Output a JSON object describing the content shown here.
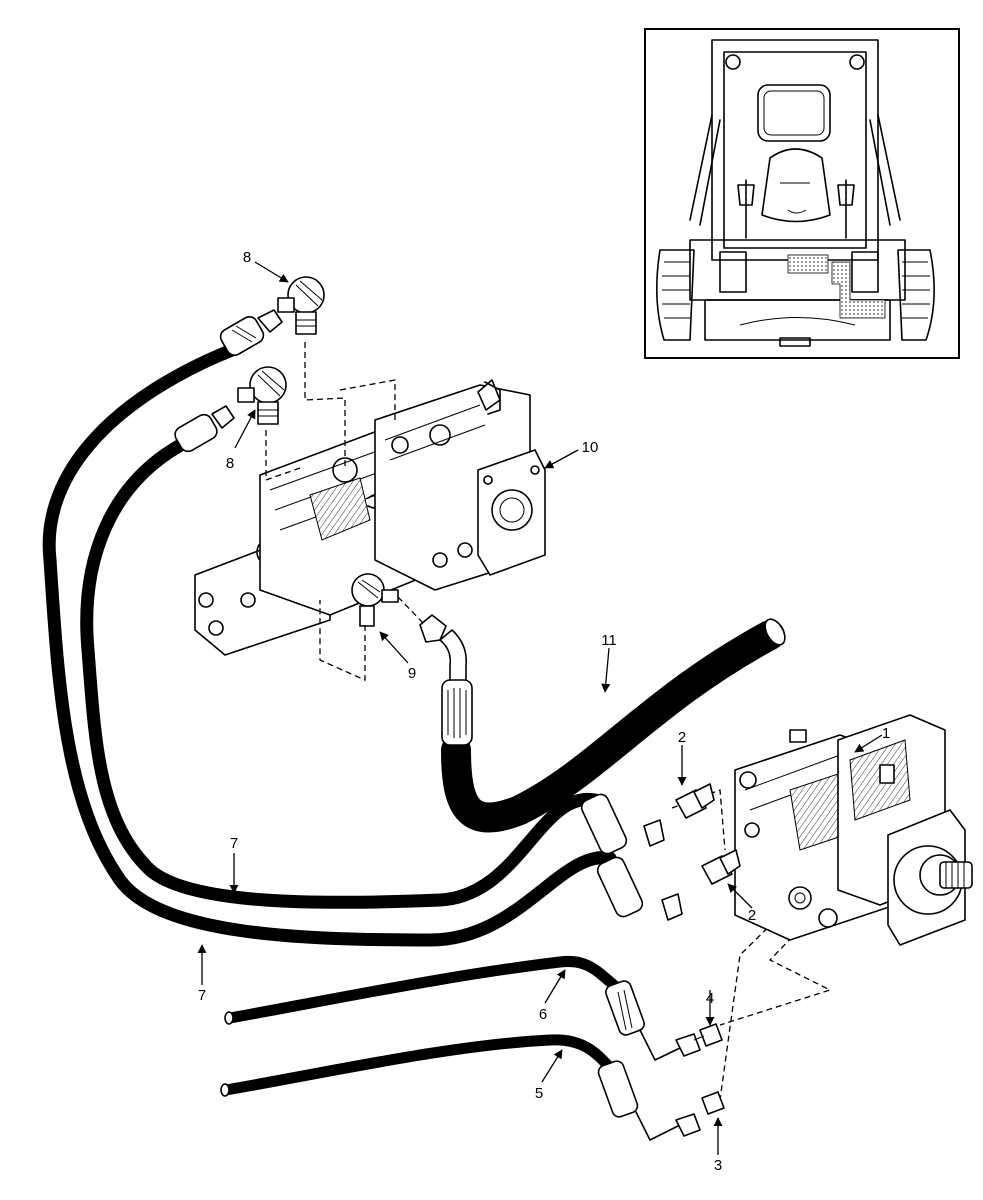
{
  "callouts": {
    "c1": "1",
    "c2a": "2",
    "c2b": "2",
    "c3": "3",
    "c4": "4",
    "c5": "5",
    "c6": "6",
    "c7a": "7",
    "c7b": "7",
    "c8a": "8",
    "c8b": "8",
    "c9": "9",
    "c10": "10",
    "c11": "11"
  },
  "colors": {
    "ink": "#000000",
    "paper": "#ffffff"
  }
}
